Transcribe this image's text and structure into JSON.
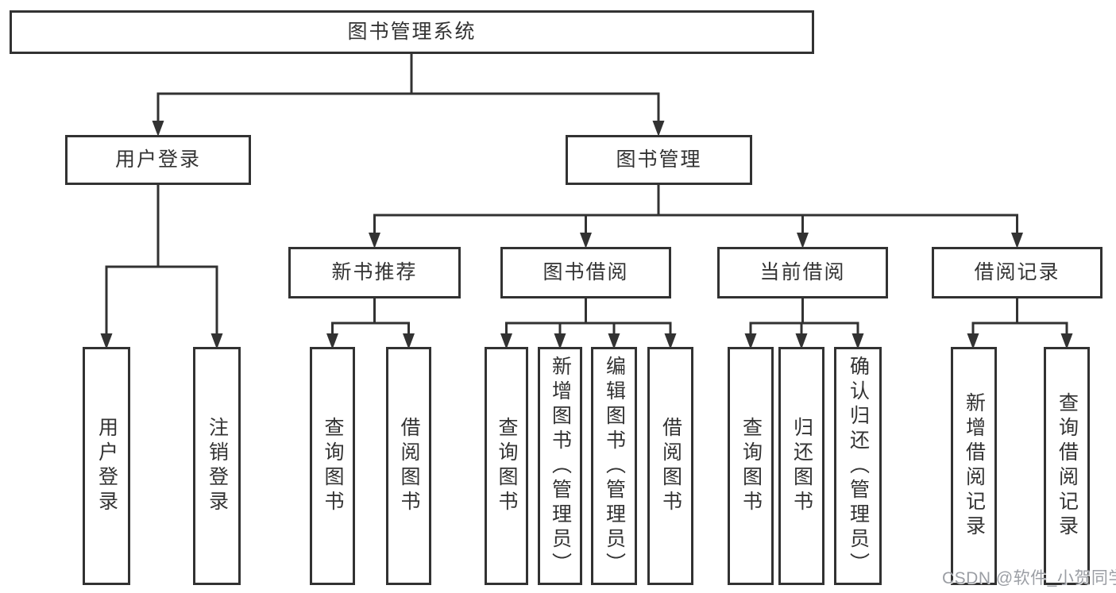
{
  "nodes": {
    "root": "图书管理系统",
    "user_login": "用户登录",
    "book_mgmt": "图书管理",
    "new_book_rec": "新书推荐",
    "book_borrow": "图书借阅",
    "current_borrow": "当前借阅",
    "borrow_record": "借阅记录",
    "user_login_leaf": "用户登录",
    "logout_leaf": "注销登录",
    "rec_query_book": "查询图书",
    "rec_borrow_book": "借阅图书",
    "bb_query_book": "查询图书",
    "bb_add_book": "新增图书（管理员）",
    "bb_edit_book": "编辑图书（管理员）",
    "bb_borrow_book": "借阅图书",
    "cb_query_book": "查询图书",
    "cb_return_book": "归还图书",
    "cb_confirm_return": "确认归还（管理员）",
    "br_add_record": "新增借阅记录",
    "br_query_record": "查询借阅记录"
  },
  "watermark": "CSDN @软件_小贺同学",
  "colors": {
    "line": "#323232",
    "text": "#333333",
    "watermark": "#9b9ea4",
    "background": "#ffffff"
  }
}
